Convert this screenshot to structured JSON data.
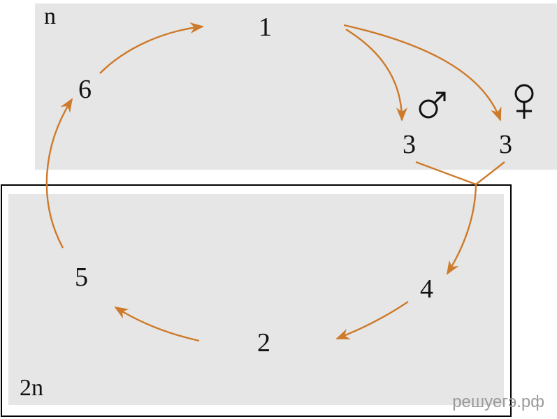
{
  "ploidy": {
    "haploid": "n",
    "diploid": "2n"
  },
  "stages": {
    "s1": "1",
    "s2": "2",
    "s3_male": "3",
    "s3_female": "3",
    "s4": "4",
    "s5": "5",
    "s6": "6"
  },
  "symbols": {
    "male": "male-symbol-icon",
    "female": "female-symbol-icon"
  },
  "watermark": "решуегэ.рф",
  "colors": {
    "arrow": "#cd7a2a",
    "band": "#e6e6e6",
    "frame": "#000000",
    "text": "#111111"
  }
}
